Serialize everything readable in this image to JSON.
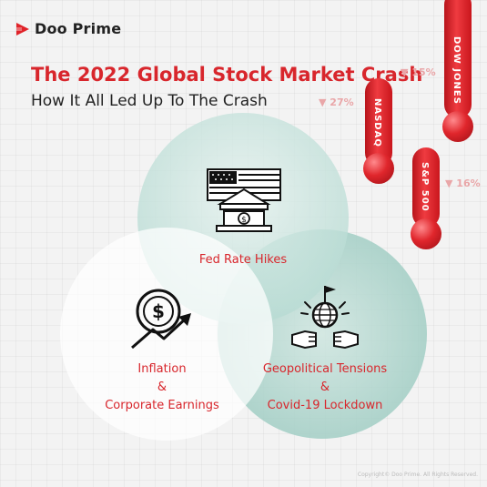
{
  "brand": {
    "name": "Doo Prime",
    "color": "#e02329"
  },
  "header": {
    "title": "The 2022 Global Stock Market Crash",
    "subtitle": "How It All Led Up To The Crash"
  },
  "indices": [
    {
      "name": "DOW JONES",
      "change": "▼ 15%"
    },
    {
      "name": "NASDAQ",
      "change": "▼ 27%"
    },
    {
      "name": "S&P 500",
      "change": "▼ 16%"
    }
  ],
  "venn": {
    "top": {
      "label": "Fed Rate Hikes",
      "icon": "fed-bank-icon"
    },
    "left": {
      "line1": "Inflation",
      "line2": "&",
      "line3": "Corporate Earnings",
      "icon": "dollar-chart-icon"
    },
    "right": {
      "line1": "Geopolitical Tensions",
      "line2": "&",
      "line3": "Covid-19 Lockdown",
      "icon": "globe-conflict-icon"
    }
  },
  "colors": {
    "accent": "#d8262c",
    "teal": "#8fc6bb"
  },
  "footer": {
    "copyright": "Copyright© Doo Prime. All Rights Reserved."
  }
}
